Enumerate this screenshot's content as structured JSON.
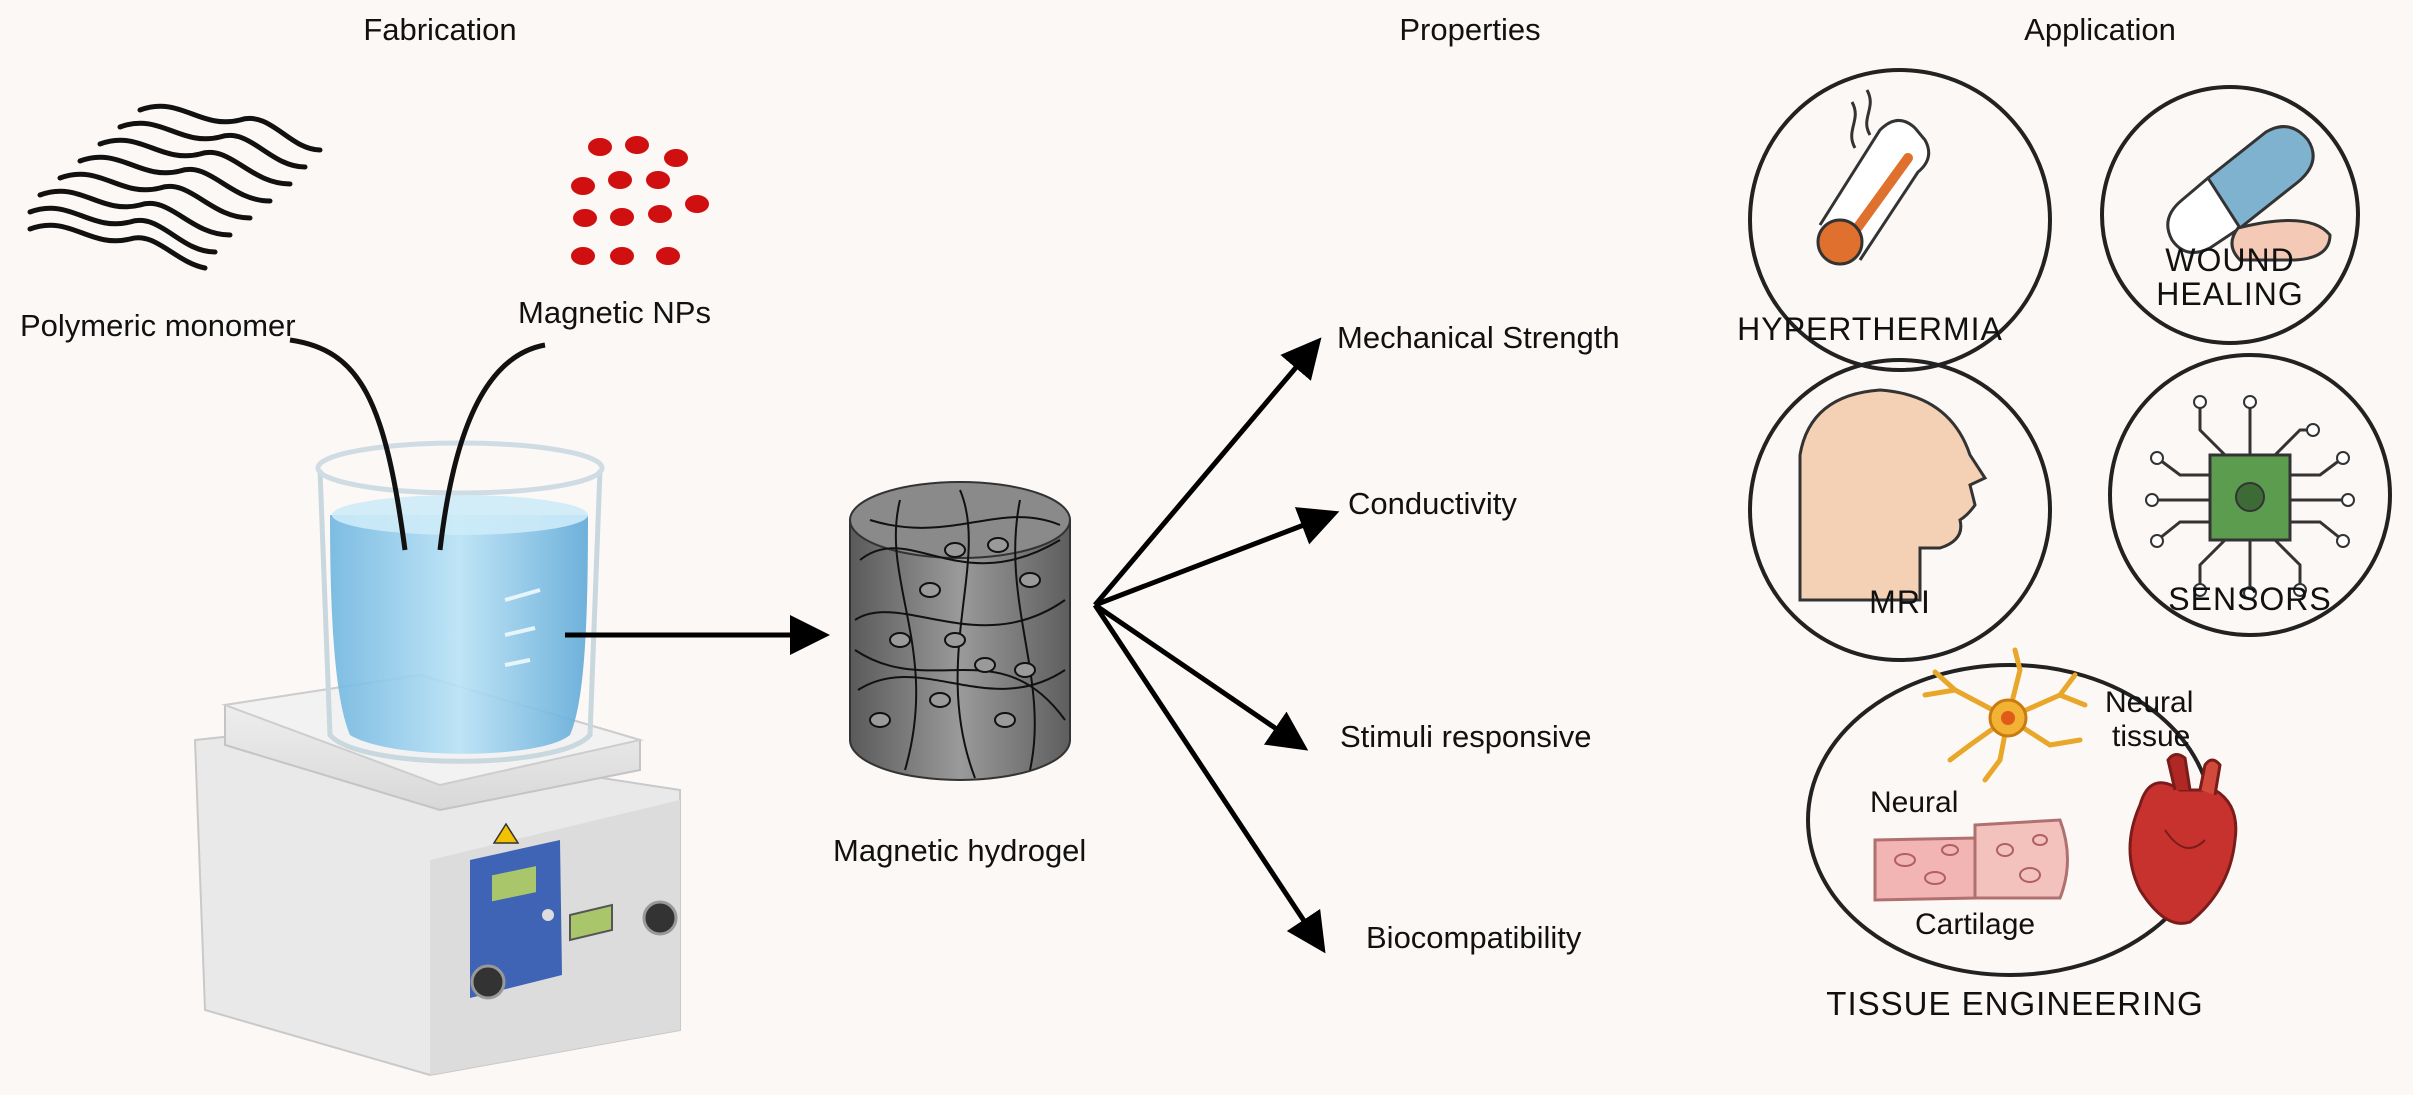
{
  "headers": {
    "fabrication": "Fabrication",
    "properties": "Properties",
    "application": "Application"
  },
  "fabrication": {
    "monomer_label": "Polymeric monomer",
    "nps_label": "Magnetic NPs",
    "hydrogel_label": "Magnetic hydrogel"
  },
  "properties": [
    "Mechanical  Strength",
    "Conductivity",
    "Stimuli responsive",
    "Biocompatibility"
  ],
  "applications": {
    "hyperthermia": "HYPERTHERMIA",
    "wound_1": "WOUND",
    "wound_2": "HEALING",
    "mri": "MRI",
    "sensors": "SENSORS",
    "tissue": "TISSUE ENGINEERING",
    "neural_tissue_1": "Neural",
    "neural_tissue_2": "tissue",
    "neural": "Neural",
    "cartilage": "Cartilage"
  },
  "colors": {
    "np_red": "#d01010",
    "background": "#fcf8f5",
    "liquid": "#7ec4e8",
    "panel_blue": "#3f63b5",
    "lcd_green": "#a9c76a"
  }
}
